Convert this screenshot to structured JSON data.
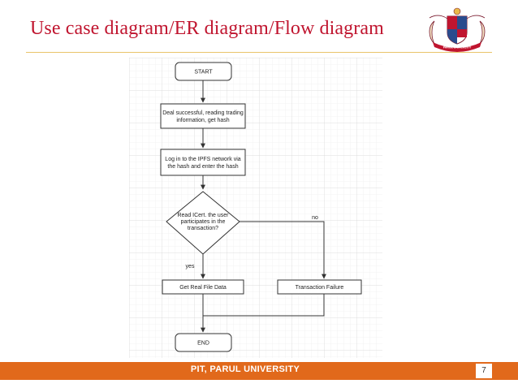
{
  "slide": {
    "title": "Use case diagram/ER diagram/Flow diagram",
    "footer": "PIT, PARUL UNIVERSITY",
    "page_number": "7",
    "accent_color": "#c0152f",
    "footer_color": "#e1691b"
  },
  "logo": {
    "icon": "university-crest-icon",
    "banner_text": "PARUL UNIVERSITY"
  },
  "flowchart": {
    "start": "START",
    "step1": [
      "Deal successful, reading trading",
      "information, get hash"
    ],
    "step2": [
      "Log in to the IPFS network via",
      "the hash and enter the hash"
    ],
    "decision": [
      "Read ICert. the user",
      "participates in the",
      "transaction?"
    ],
    "label_no": "no",
    "label_yes": "yes",
    "success": "Get Real File Data",
    "failure": "Transaction Failure",
    "end": "END"
  }
}
